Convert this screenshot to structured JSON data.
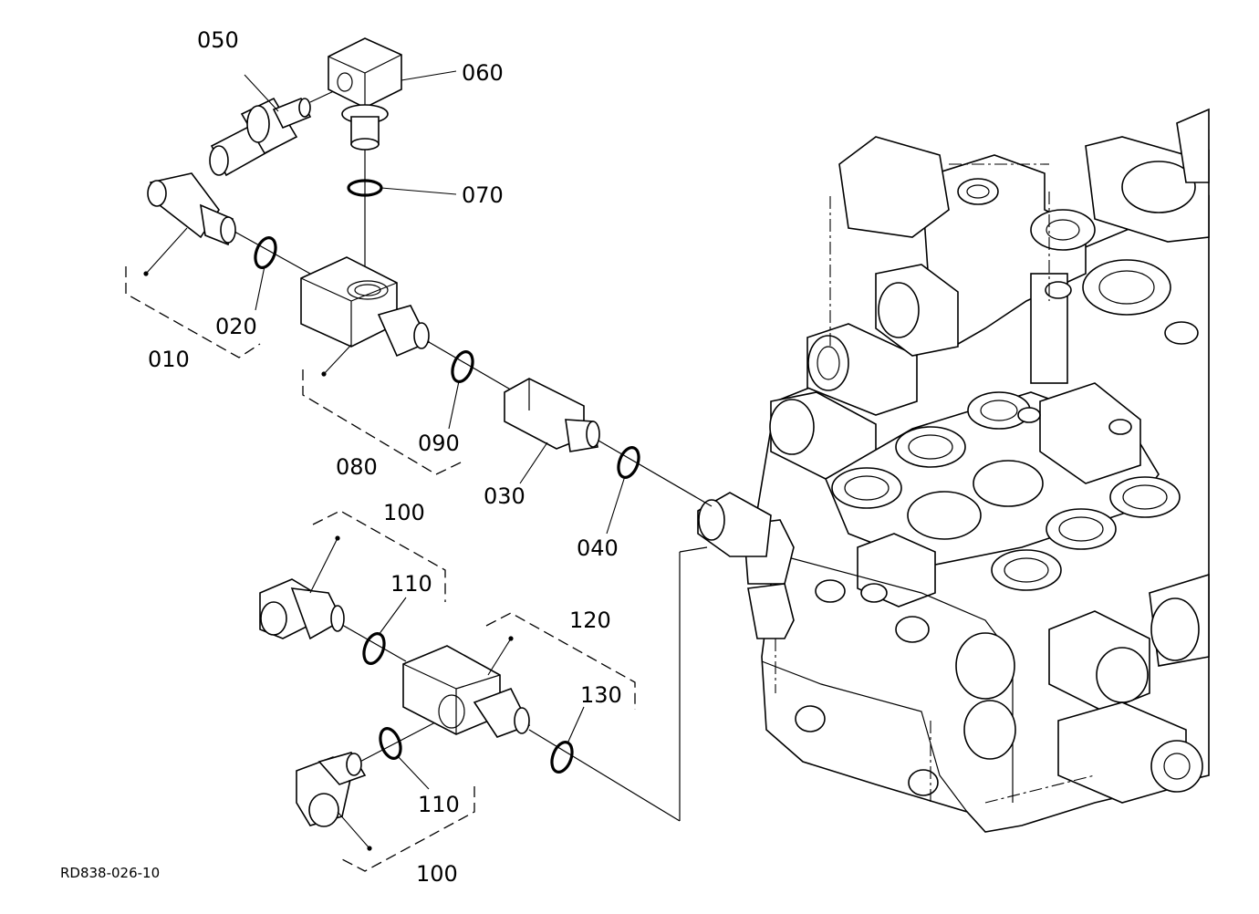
{
  "callouts": {
    "c050": "050",
    "c060": "060",
    "c070": "070",
    "c020": "020",
    "c010": "010",
    "c080": "080",
    "c090": "090",
    "c030": "030",
    "c040": "040",
    "c100a": "100",
    "c110a": "110",
    "c120": "120",
    "c130": "130",
    "c110b": "110",
    "c100b": "100"
  },
  "drawing_code": "RD838-026-10"
}
